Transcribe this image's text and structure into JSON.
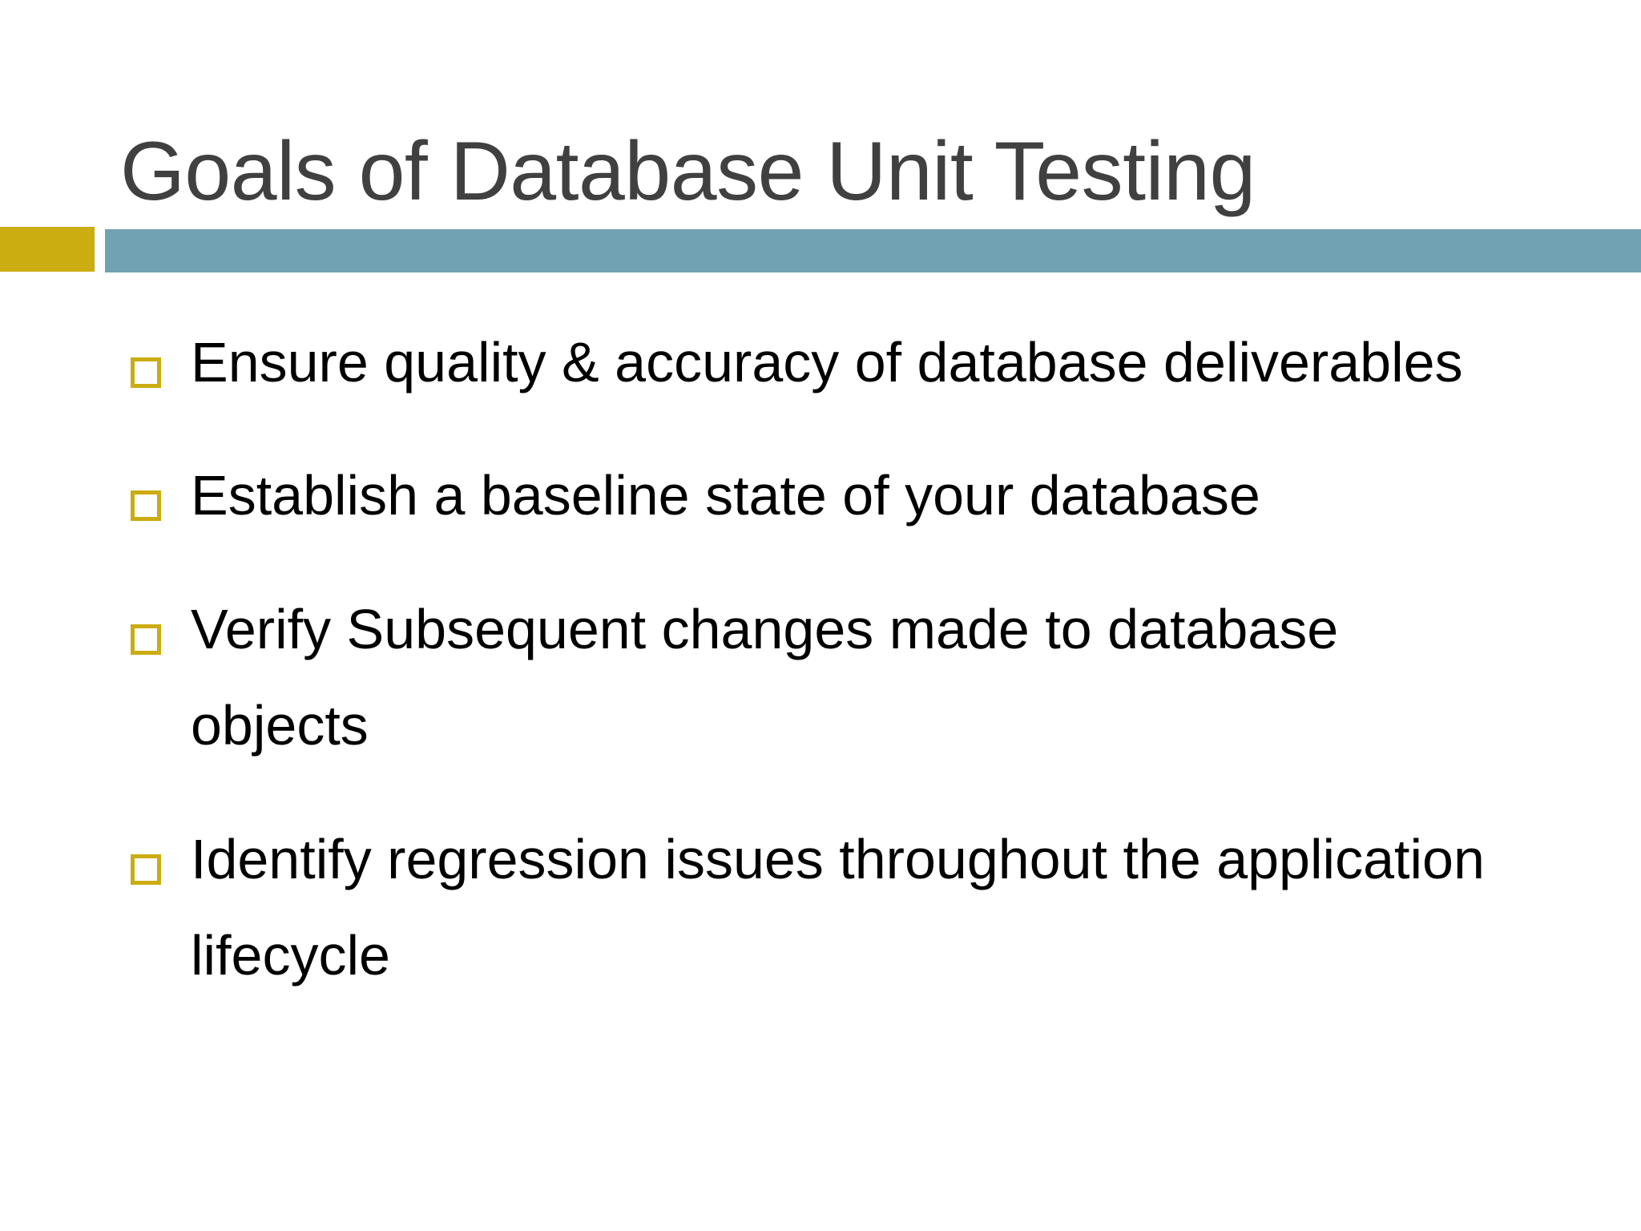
{
  "slide": {
    "title": "Goals of Database Unit Testing",
    "colors": {
      "title_text": "#404040",
      "accent_gold": "#CBAC11",
      "divider_teal": "#70A2B4",
      "body_text": "#000000",
      "background": "#FFFFFF"
    },
    "divider": {
      "accent_name": "gold-accent-block",
      "bar_name": "teal-divider-bar"
    },
    "bullets": [
      {
        "text": "Ensure quality & accuracy of database deliverables"
      },
      {
        "text": "Establish a baseline state of your database"
      },
      {
        "text": "Verify Subsequent changes made to database objects"
      },
      {
        "text": "Identify regression issues throughout the application lifecycle"
      }
    ]
  }
}
